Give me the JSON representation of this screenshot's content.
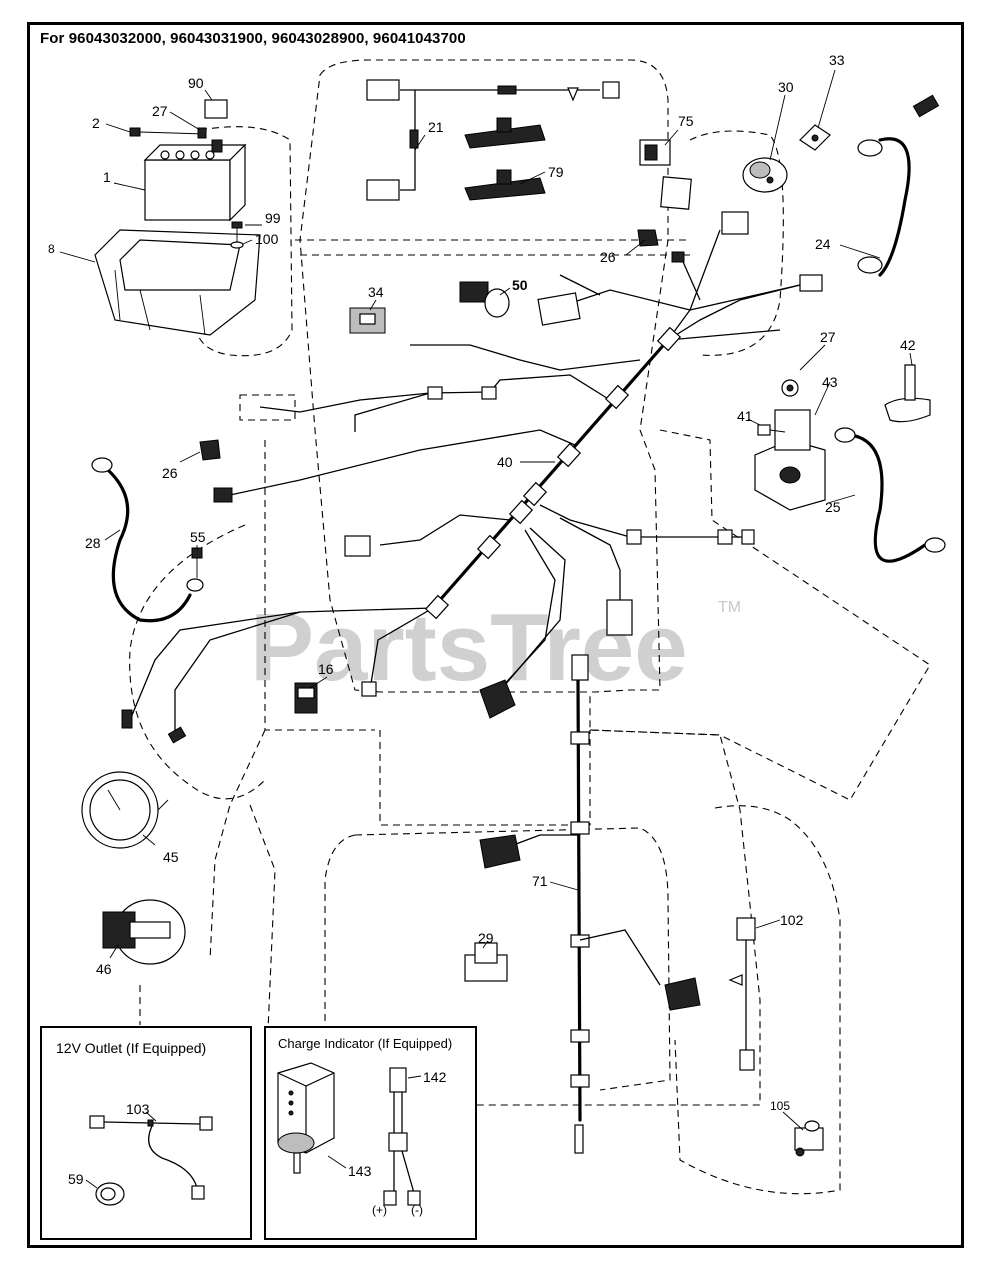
{
  "header": {
    "model_numbers_label": "For 96043032000, 96043031900, 96043028900, 96041043700"
  },
  "watermark": {
    "text": "PartsTree",
    "trademark": "TM"
  },
  "callouts": {
    "c90": "90",
    "c2": "2",
    "c27a": "27",
    "c1": "1",
    "c8": "8",
    "c99": "99",
    "c100": "100",
    "c21": "21",
    "c79": "79",
    "c75": "75",
    "c30": "30",
    "c33": "33",
    "c24": "24",
    "c26a": "26",
    "c50": "50",
    "c34": "34",
    "c27b": "27",
    "c42": "42",
    "c43": "43",
    "c41": "41",
    "c26b": "26",
    "c40": "40",
    "c25": "25",
    "c28": "28",
    "c55": "55",
    "c16": "16",
    "c45": "45",
    "c71": "71",
    "c46": "46",
    "c29": "29",
    "c102": "102",
    "c105": "105",
    "c103": "103",
    "c59": "59",
    "c142": "142",
    "c143": "143"
  },
  "insets": {
    "outlet": {
      "title": "12V Outlet (If Equipped)"
    },
    "charge": {
      "title": "Charge Indicator (If Equipped)",
      "plus": "(+)",
      "minus": "(-)"
    }
  }
}
